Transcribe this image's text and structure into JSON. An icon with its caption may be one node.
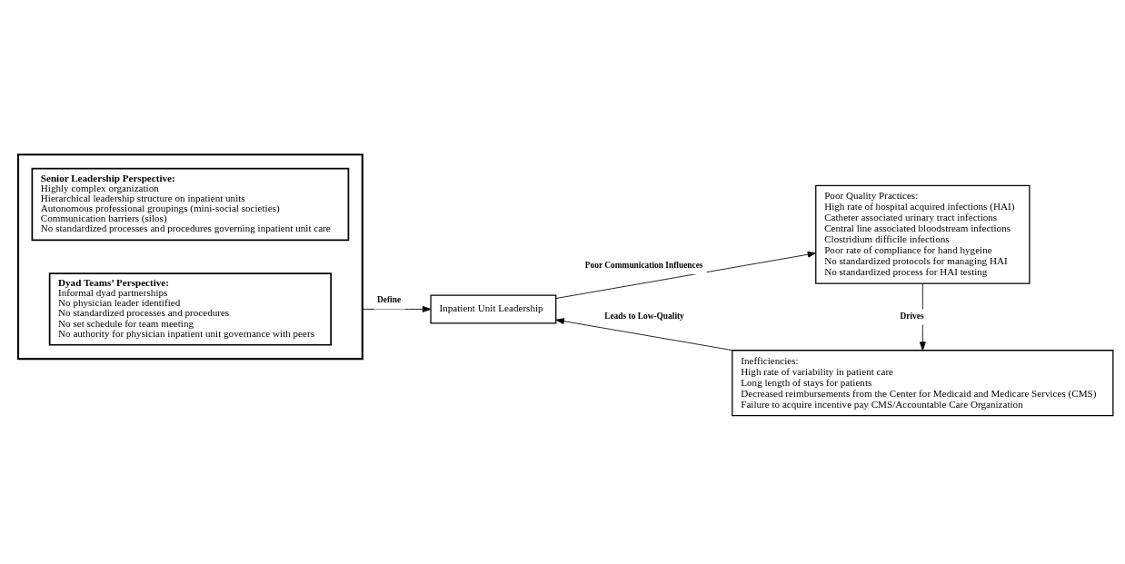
{
  "diagram": {
    "nodes": [
      {
        "text": [],
        "shape": "box"
      },
      {
        "text": [
          "Senior Leadership Perspective:",
          "Highly complex organization",
          "Hierarchical leadership structure on inpatient units",
          "Autonomous professional groupings (mini-social societies)",
          "Communication barriers (silos)",
          "No standardized processes and procedures governing inpatient unit care"
        ],
        "in": 0
      },
      {
        "text": [
          "Dyad Teams’ Perspective:",
          "Informal dyad partnerships",
          "No physician leader identified",
          "No standardized processes and procedures",
          "No set schedule for team meeting",
          "No authority for physician inpatient unit governance with peers"
        ],
        "in": 0
      },
      {
        "text": [
          "Inpatient Unit Leadership"
        ]
      },
      {
        "text": [
          "Poor Quality Practices:",
          "High rate of hospital acquired infections (HAI)",
          "Catheter associated urinary tract infections",
          "Central line associated bloodstream infections",
          "Clostridium difficile infections",
          "Poor rate of compliance for hand hygeine",
          "No standardized protocols for managing HAI",
          "No standardized process for HAI testing"
        ]
      },
      {
        "text": [
          "Inefficiencies:",
          "High rate of variability in patient care",
          "Long length of stays for patients",
          "Decreased reimbursements from the Center for Medicaid and Medicare Services (CMS)",
          "Failure to acquire incentive pay CMS/Accountable Care Organization"
        ]
      }
    ],
    "edges": [
      {
        "from": 0,
        "to": 3,
        "arrow": "to",
        "label": "Define"
      },
      {
        "from": 3,
        "to": 4,
        "arrow": "to",
        "label": "Poor Communication Influences"
      },
      {
        "from": 4,
        "to": 5,
        "arrow": "to",
        "label": "Drives"
      },
      {
        "from": 5,
        "to": 3,
        "arrow": "to",
        "label": "Leads to Low-Quality"
      }
    ]
  }
}
